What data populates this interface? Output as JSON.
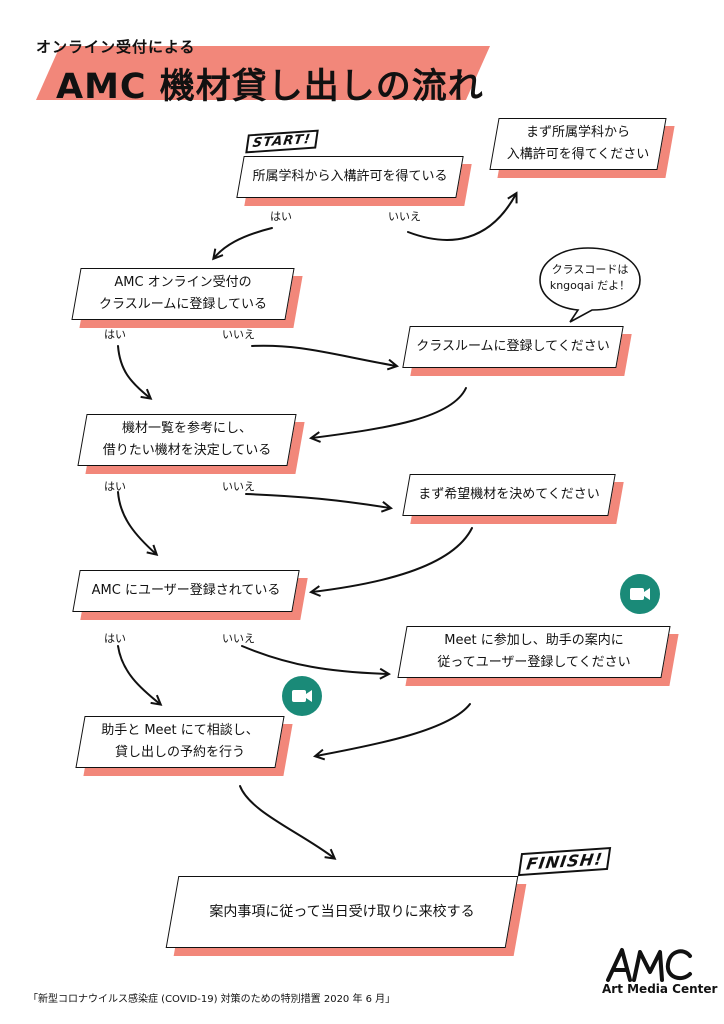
{
  "header": {
    "subtitle": "オンライン受付による",
    "title": "AMC 機材貸し出しの流れ"
  },
  "badges": {
    "start": "START!",
    "finish": "FINISH!"
  },
  "steps": {
    "q1": "所属学科から入構許可を得ている",
    "q2_line1": "AMC オンライン受付の",
    "q2_line2": "クラスルームに登録している",
    "q3_line1": "機材一覧を参考にし、",
    "q3_line2": "借りたい機材を決定している",
    "q4": "AMC にユーザー登録されている",
    "q5_line1": "助手と Meet にて相談し、",
    "q5_line2": "貸し出しの予約を行う",
    "final": "案内事項に従って当日受け取りに来校する"
  },
  "side_actions": {
    "a1_line1": "まず所属学科から",
    "a1_line2": "入構許可を得てください",
    "a2": "クラスルームに登録してください",
    "a3": "まず希望機材を決めてください",
    "a4_line1": "Meet に参加し、助手の案内に",
    "a4_line2": "従ってユーザー登録してください"
  },
  "answers": {
    "yes": "はい",
    "no": "いいえ"
  },
  "speech_bubble": {
    "line1": "クラスコードは",
    "line2": "kngoqai だよ！"
  },
  "icons": [
    "meet-icon",
    "meet-icon"
  ],
  "footer": "「新型コロナウイルス感染症 (COVID-19) 対策のための特別措置 2020 年 6 月」",
  "logo": {
    "mark": "AMC",
    "name": "Art Media Center"
  },
  "colors": {
    "accent": "#f2877a",
    "meet": "#1a8a78",
    "ink": "#111111"
  }
}
